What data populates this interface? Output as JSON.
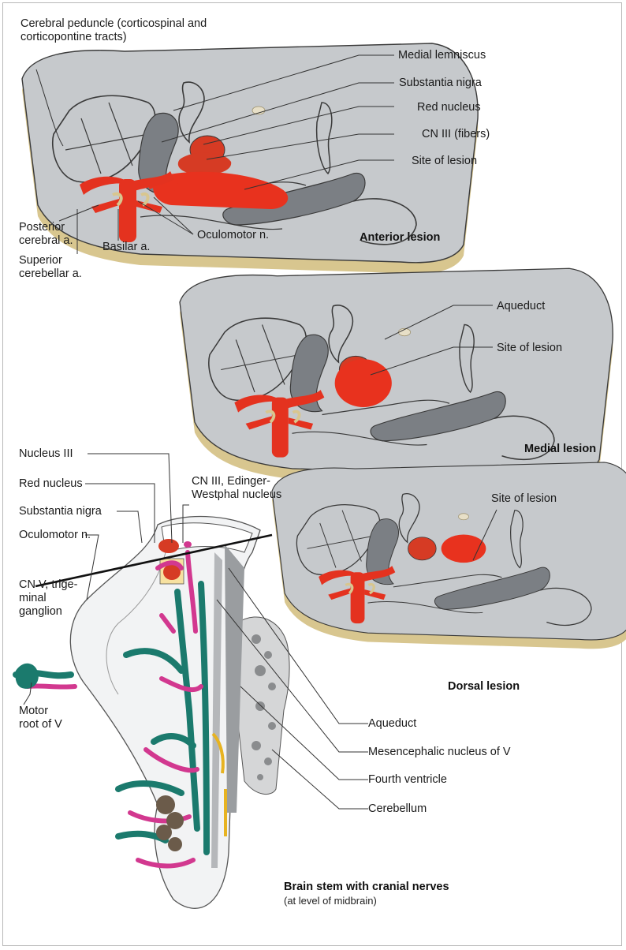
{
  "colors": {
    "tissue": "#c6c9cc",
    "tissue_edge": "#3a3a3a",
    "cut_side": "#d8c68f",
    "nucleus_gray": "#7b7f84",
    "lesion_red": "#e8321e",
    "red_nucleus": "#d63b24",
    "artery": "#e4321f",
    "nerve_green": "#1b7a6d",
    "nerve_magenta": "#d2388f",
    "brainstem_white": "#f2f3f4",
    "leader": "#333333"
  },
  "anterior": {
    "label_peduncle": "Cerebral peduncle (corticospinal and\ncorticopontine tracts)",
    "label_medial_lemniscus": "Medial lemniscus",
    "label_substantia_nigra": "Substantia nigra",
    "label_red_nucleus": "Red nucleus",
    "label_cn3_fibers": "CN III (fibers)",
    "label_site": "Site of lesion",
    "label_post_cerebral": "Posterior\ncerebral a.",
    "label_basilar": "Basilar a.",
    "label_oculomotor": "Oculomotor n.",
    "label_sup_cerebellar": "Superior\ncerebellar a.",
    "caption": "Anterior lesion"
  },
  "medial": {
    "label_aqueduct": "Aqueduct",
    "label_site": "Site of lesion",
    "caption": "Medial lesion"
  },
  "dorsal": {
    "label_site": "Site of lesion",
    "caption": "Dorsal lesion"
  },
  "brainstem": {
    "label_nucleus3": "Nucleus III",
    "label_red_nucleus": "Red nucleus",
    "label_cn3_ew": "CN III, Edinger-\nWestphal nucleus",
    "label_substantia_nigra": "Substantia nigra",
    "label_oculomotor": "Oculomotor n.",
    "label_cn5": "CN V, trige-\nminal\nganglion",
    "label_motor_root": "Motor\nroot of V",
    "label_aqueduct": "Aqueduct",
    "label_mesencephalic": "Mesencephalic nucleus of V",
    "label_fourth_ventricle": "Fourth ventricle",
    "label_cerebellum": "Cerebellum",
    "caption": "Brain stem with cranial nerves",
    "caption_sub": "(at level of midbrain)"
  }
}
